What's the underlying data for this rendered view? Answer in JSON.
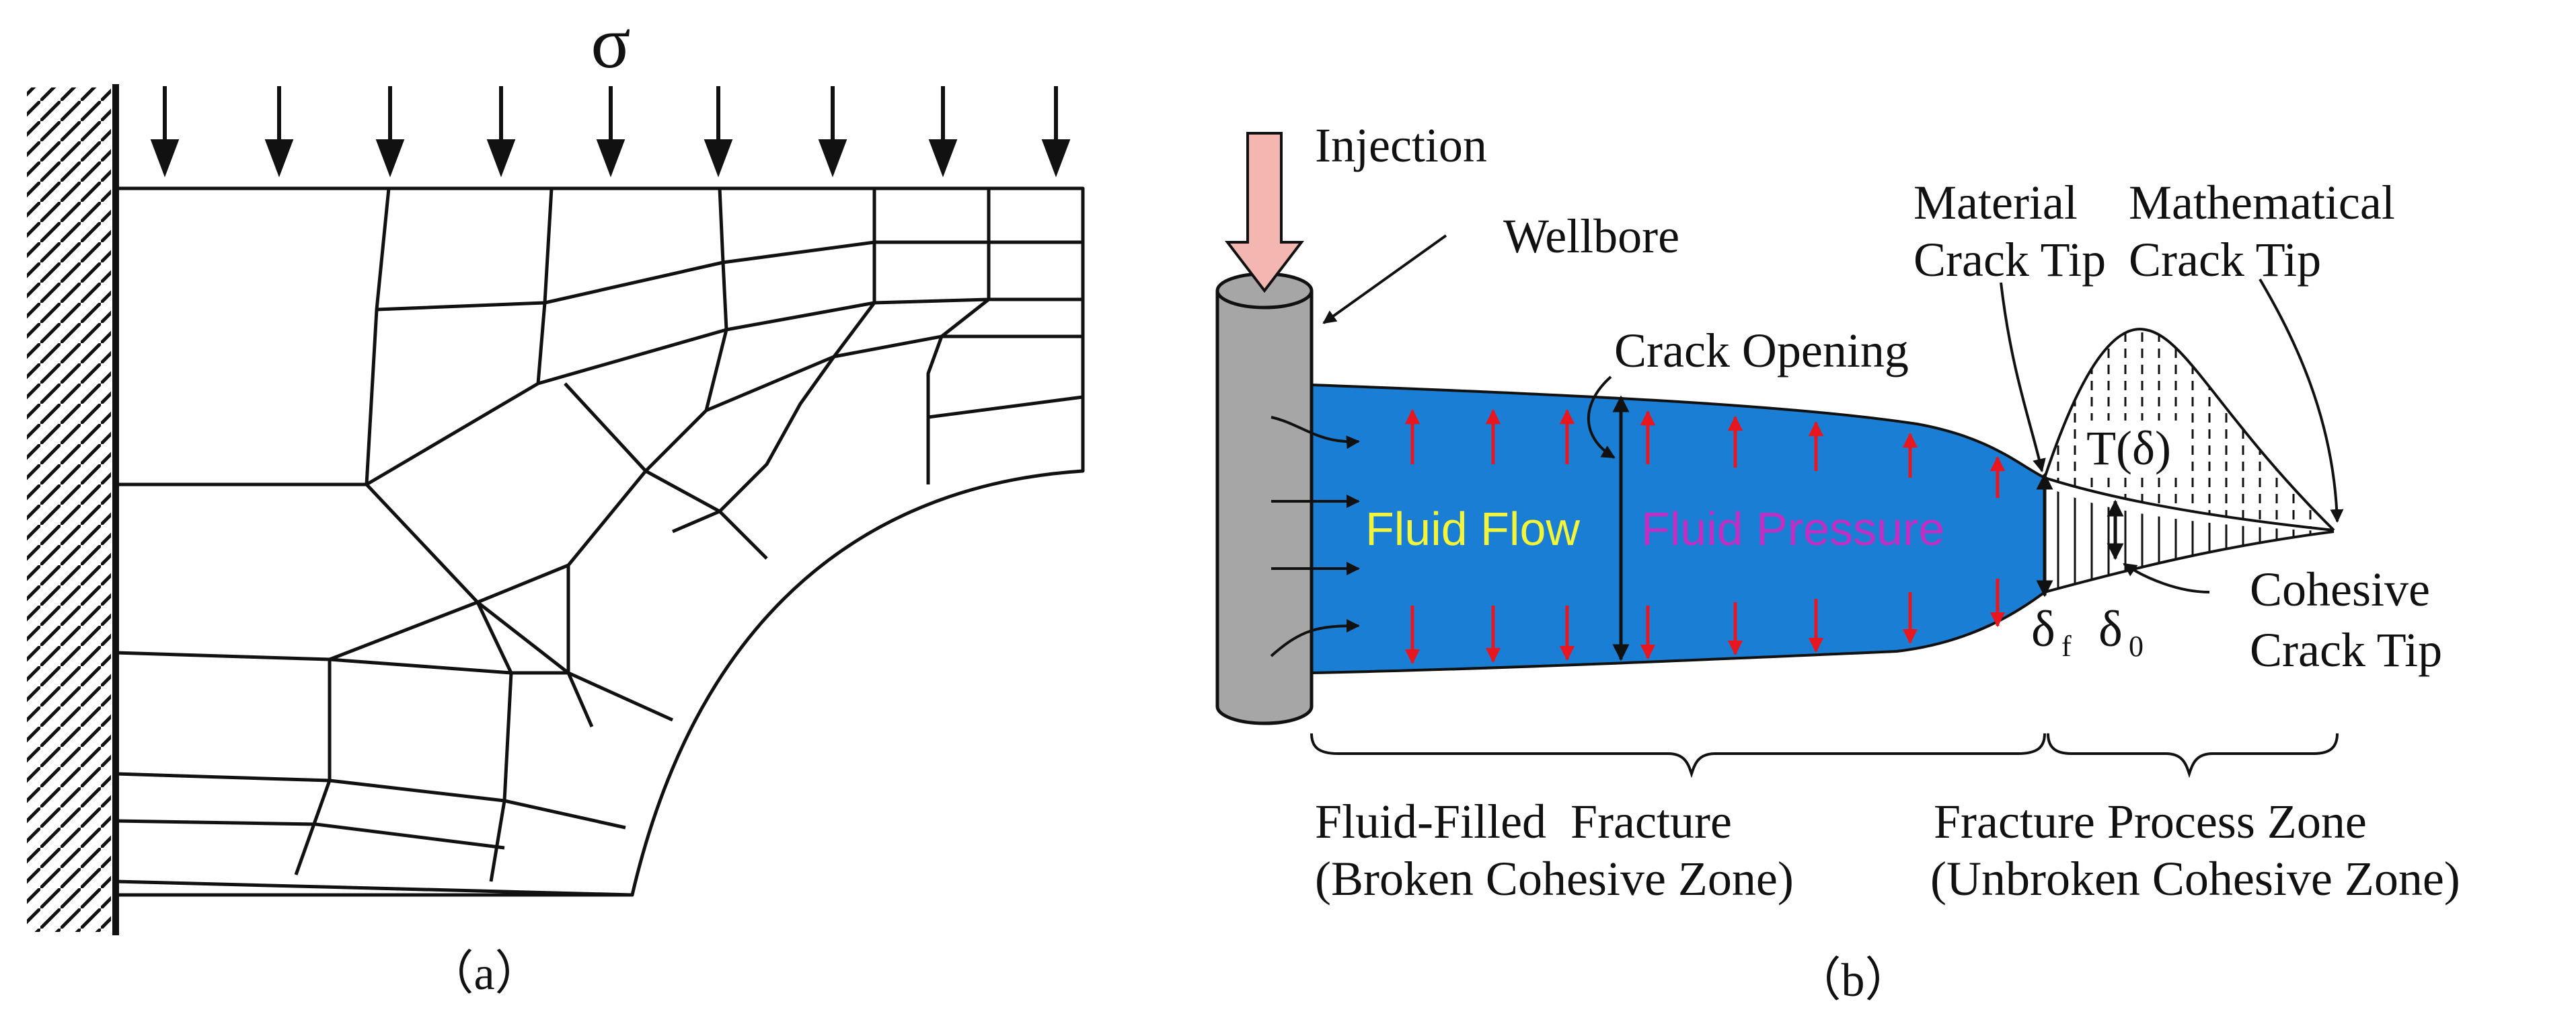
{
  "panel_a": {
    "sigma_label": "σ",
    "caption": "（a）"
  },
  "panel_b": {
    "labels": {
      "injection": "Injection",
      "wellbore": "Wellbore",
      "material_crack_tip_1": "Material",
      "material_crack_tip_2": "Crack Tip",
      "mathematical_crack_tip_1": "Mathematical",
      "mathematical_crack_tip_2": "Crack Tip",
      "crack_opening": "Crack Opening",
      "fluid_flow": "Fluid Flow",
      "fluid_pressure": "Fluid Pressure",
      "traction": "T(δ)",
      "delta_f_main": "δ",
      "delta_f_sub": "f",
      "delta_0_main": "δ",
      "delta_0_sub": "0",
      "cohesive_crack_tip_1": "Cohesive",
      "cohesive_crack_tip_2": "Crack Tip",
      "fluid_filled_1": "Fluid-Filled  Fracture",
      "fluid_filled_2": "(Broken Cohesive Zone)",
      "process_zone_1": "Fracture Process Zone",
      "process_zone_2": "(Unbroken Cohesive Zone)"
    },
    "caption": "（b）"
  },
  "colors": {
    "fracture_fill": "#1a7fd4",
    "wellbore_fill": "#a6a6a6",
    "injection_arrow_fill": "#f4b6b0",
    "pressure_arrow": "#e8161e",
    "fluid_flow_text": "#f3f53a",
    "fluid_pressure_text": "#c02ec4"
  }
}
